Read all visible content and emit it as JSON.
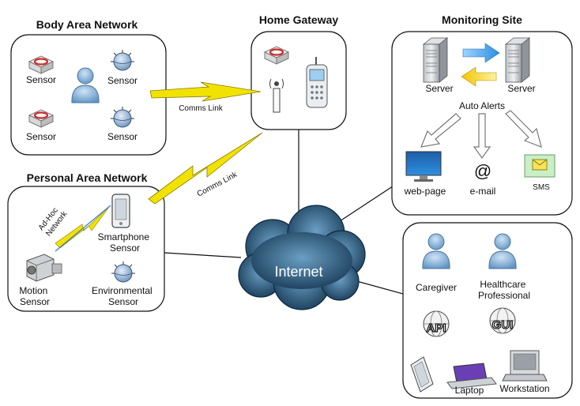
{
  "groups": {
    "ban": {
      "title": "Body Area Network"
    },
    "gateway": {
      "title": "Home Gateway"
    },
    "monitoring": {
      "title": "Monitoring Site"
    },
    "pan": {
      "title": "Personal Area Network"
    }
  },
  "ban_nodes": [
    "Sensor",
    "Sensor",
    "Sensor",
    "Sensor"
  ],
  "links": {
    "comms1": "Comms Link",
    "comms2": "Comms Link",
    "adhoc_line1": "Ad-Hoc",
    "adhoc_line2": "Network"
  },
  "internet": {
    "label": "Internet"
  },
  "monitoring": {
    "server_left": "Server",
    "server_right": "Server",
    "auto_alerts": "Auto Alerts",
    "webpage": "web-page",
    "email": "e-mail",
    "email_symbol": "@",
    "sms": "SMS"
  },
  "pan": {
    "smartphone_line1": "Smartphone",
    "smartphone_line2": "Sensor",
    "motion_line1": "Motion",
    "motion_line2": "Sensor",
    "env_line1": "Environmental",
    "env_line2": "Sensor"
  },
  "clients": {
    "caregiver": "Caregiver",
    "hp_line1": "Healthcare",
    "hp_line2": "Professional",
    "api": "API",
    "gui": "GUI",
    "laptop": "Laptop",
    "workstation": "Workstation"
  },
  "colors": {
    "person": "#7fb2de",
    "sensor_red": "#cc2a2a",
    "bolt": "#f2e200",
    "cloud": "#2b5f8a",
    "arrow_blue": "#3aa0e8",
    "arrow_yellow": "#f4cf00"
  }
}
